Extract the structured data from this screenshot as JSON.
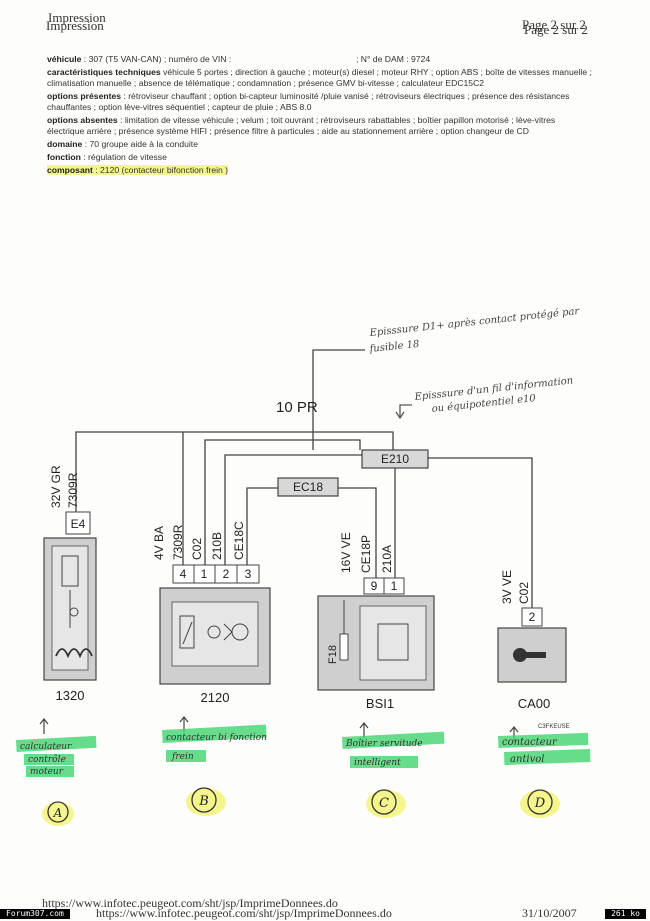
{
  "header": {
    "title": "Impression",
    "page": "Page 2 sur 2"
  },
  "info": {
    "vehicle_label": "véhicule",
    "vehicle_value": ": 307 (T5 VAN-CAN) ; numéro de VIN :",
    "dam_value": "; N° de DAM : 9724",
    "tech_label": "caractéristiques techniques",
    "tech_value": "véhicule 5 portes ; direction à gauche ; moteur(s) diesel ; moteur RHY ; option ABS ; boîte de vitesses manuelle ; climatisation manuelle ; absence de télématique ; condamnation ; présence GMV bi-vitesse ; calculateur EDC15C2",
    "present_label": "options présentes",
    "present_value": ": rétroviseur chauffant ; option bi-capteur luminosité /pluie vanisé ; rétroviseurs électriques ; présence des résistances chauffantes ; option lève-vitres séquentiel ; capteur de pluie ; ABS 8.0",
    "absent_label": "options absentes",
    "absent_value": ": limitation de vitesse véhicule ; velum ; toit ouvrant ; rétroviseurs rabattables ; boîtier papillon motorisé ; lève-vitres électrique arrière ; présence système HIFI ; présence filtre à particules ; aide au stationnement arrière ; option changeur de CD",
    "domain_label": "domaine",
    "domain_value": ": 70 groupe aide à la conduite",
    "function_label": "fonction",
    "function_value": ": régulation de vitesse",
    "component_label": "composant",
    "component_value": ": 2120 (contacteur bifonction frein )"
  },
  "diagram": {
    "bus_label": "10 PR",
    "node_e210": "E210",
    "node_ec18": "EC18",
    "note1_line1": "Episssure D1+ après contact protégé par",
    "note1_line2": "fusible 18",
    "note2_line1": "Episssure d'un fil d'information",
    "note2_line2": "ou équipotentiel e10",
    "comp1": {
      "id": "1320",
      "connector": "E4",
      "wire_label": "32V  GR",
      "wire_code": "7309R",
      "note_line1": "calculateur",
      "note_line2": "contrôle",
      "note_line3": "moteur",
      "letter": "A"
    },
    "comp2": {
      "id": "2120",
      "pins": [
        "4",
        "1",
        "2",
        "3"
      ],
      "wire_label": "4V  BA",
      "wires": [
        "7309R",
        "C02",
        "210B",
        "CE18C"
      ],
      "note_line1": "contacteur bi fonction",
      "note_line2": "frein",
      "letter": "B"
    },
    "comp3": {
      "id": "BSI1",
      "pins": [
        "9",
        "1"
      ],
      "wire_label": "16V  VE",
      "wires": [
        "CE18P",
        "210A"
      ],
      "fuse": "F18",
      "note_line1": "Boîtier servitude",
      "note_line2": "intelligent",
      "letter": "C"
    },
    "comp4": {
      "id": "CA00",
      "pin": "2",
      "wire_label": "3V  VE",
      "wire_code": "C02",
      "tag": "C3FKEUSE",
      "note_line1": "contacteur",
      "note_line2": "antivol",
      "letter": "D"
    }
  },
  "footer": {
    "url": "https://www.infotec.peugeot.com/sht/jsp/ImprimeDonnees.do",
    "date": "31/10/2007",
    "forum": "Forum307.com",
    "size": "261 ko"
  }
}
